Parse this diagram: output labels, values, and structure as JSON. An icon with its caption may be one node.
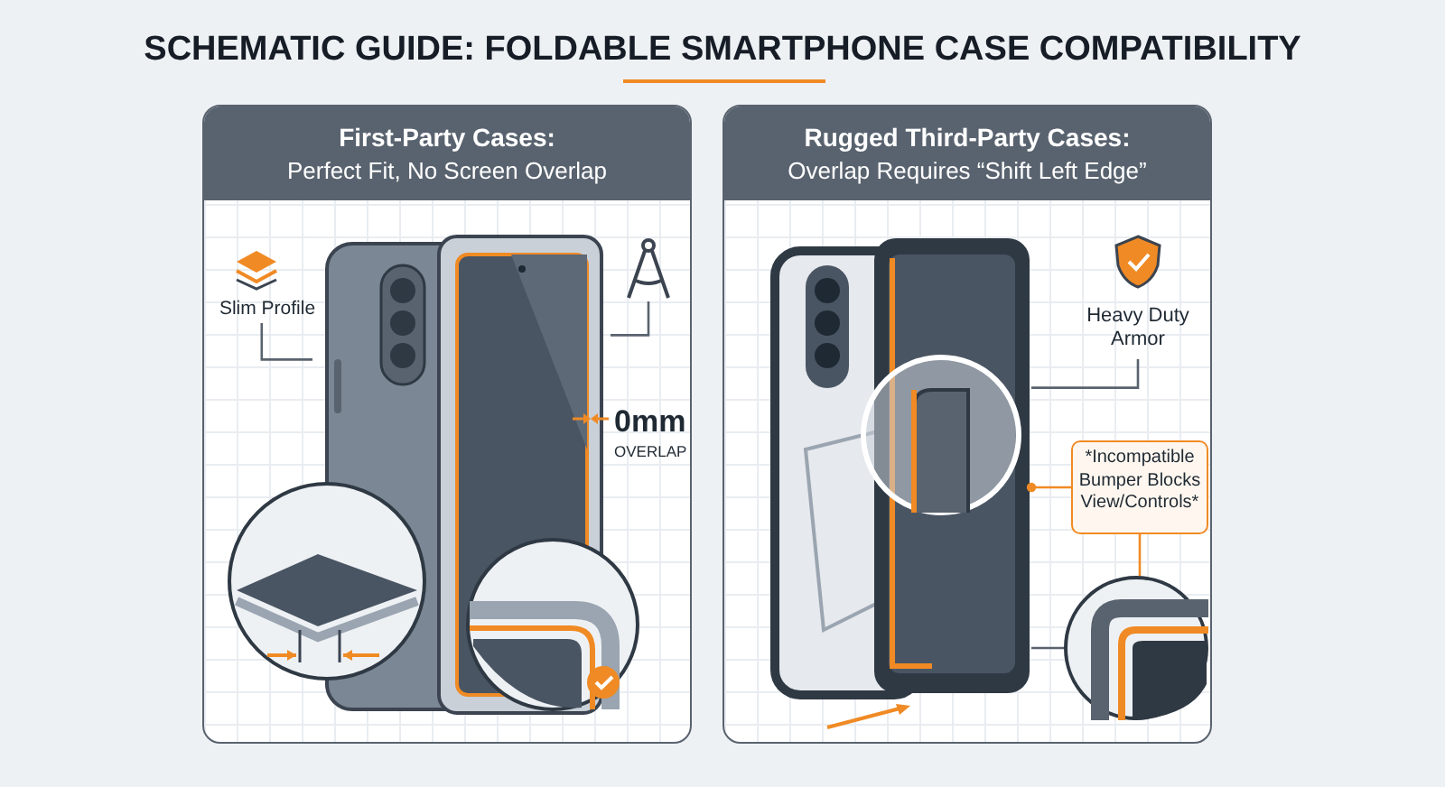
{
  "diagram": {
    "title": "SCHEMATIC GUIDE: FOLDABLE SMARTPHONE CASE COMPATIBILITY",
    "nodes": [
      {
        "text": [
          "First-Party Cases:",
          "Perfect Fit, No Screen Overlap"
        ]
      },
      {
        "text": [],
        "shape": "picture",
        "in": 0,
        "beside": [
          "0mm",
          "OVERLAP"
        ]
      },
      {
        "text": [
          "Slim Profile"
        ],
        "in": 0
      },
      {
        "text": [],
        "shape": "picture",
        "in": 0
      },
      {
        "text": [
          "Rugged Third-Party Cases:",
          "Overlap Requires “Shift Left Edge”"
        ]
      },
      {
        "text": [],
        "shape": "picture",
        "in": 4
      },
      {
        "text": [
          "Heavy Duty Armor"
        ],
        "in": 4
      },
      {
        "text": [
          "*Incompatible Bumper Blocks View/Controls*"
        ],
        "in": 4
      },
      {
        "text": [],
        "shape": "picture",
        "in": 4
      }
    ],
    "edges": [
      {
        "from": 2,
        "to": 1,
        "arrow": "none"
      },
      {
        "from": 3,
        "to": 1,
        "arrow": "none"
      },
      {
        "from": 6,
        "to": 5,
        "arrow": "none"
      },
      {
        "from": 7,
        "to": 5,
        "arrow": "other",
        "color": "#f08a24"
      },
      {
        "from": 7,
        "to": 8,
        "arrow": "none",
        "color": "#f08a24"
      },
      {
        "from": 8,
        "to": 5,
        "arrow": "none"
      }
    ]
  }
}
